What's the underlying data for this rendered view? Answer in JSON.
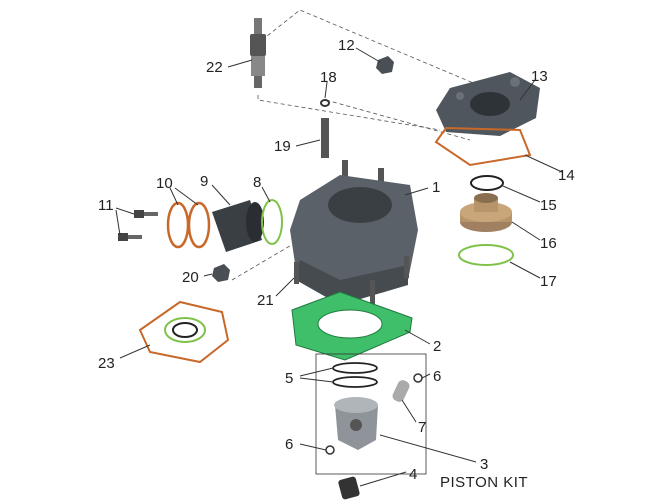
{
  "title": "Cylinder exploded parts diagram",
  "colors": {
    "gasket_green": "#3fbf6a",
    "oring_orange": "#c8692a",
    "oring_green": "#7fc24a",
    "metal_dark": "#4a4f55",
    "metal_light": "#9aa0a6",
    "bronze": "#b8946a"
  },
  "labels": {
    "p1": "1",
    "p2": "2",
    "p3": "3",
    "p4": "4",
    "p5": "5",
    "p6a": "6",
    "p6b": "6",
    "p7": "7",
    "p8": "8",
    "p9": "9",
    "p10": "10",
    "p11": "11",
    "p12": "12",
    "p13": "13",
    "p14": "14",
    "p15": "15",
    "p16": "16",
    "p17": "17",
    "p18": "18",
    "p19": "19",
    "p20": "20",
    "p21": "21",
    "p22": "22",
    "p23": "23",
    "piston_kit": "PISTON KIT"
  }
}
